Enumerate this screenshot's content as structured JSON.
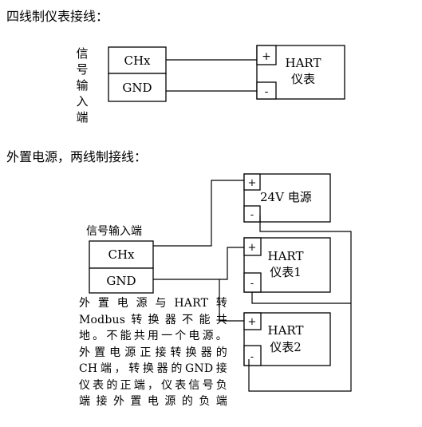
{
  "section1": {
    "heading": "四线制仪表接线：",
    "side_label_chars": [
      "信",
      "号",
      "输",
      "入",
      "端"
    ],
    "signal_box": {
      "chx": "CHx",
      "gnd": "GND"
    },
    "hart_device": {
      "plus": "+",
      "minus": "-",
      "label_line1": "HART",
      "label_line2": "仪表"
    }
  },
  "section2": {
    "heading": "外置电源，两线制接线：",
    "power_supply": {
      "plus": "+",
      "minus": "-",
      "label": "24V 电源"
    },
    "signal_input_label": "信号输入端",
    "signal_box": {
      "chx": "CHx",
      "gnd": "GND"
    },
    "device1": {
      "plus": "+",
      "minus": "-",
      "label_line1": "HART",
      "label_line2": "仪表1"
    },
    "device2": {
      "plus": "+",
      "minus": "-",
      "label_line1": "HART",
      "label_line2": "仪表2"
    },
    "note_lines": [
      "外置电源与HART转",
      "Modbus转换器不能共",
      "地。不能共用一个电源。",
      "外置电源正接转换器的",
      "CH端，转换器的GND接",
      "仪表的正端，仪表信号负",
      "端接外置电源的负端"
    ]
  }
}
